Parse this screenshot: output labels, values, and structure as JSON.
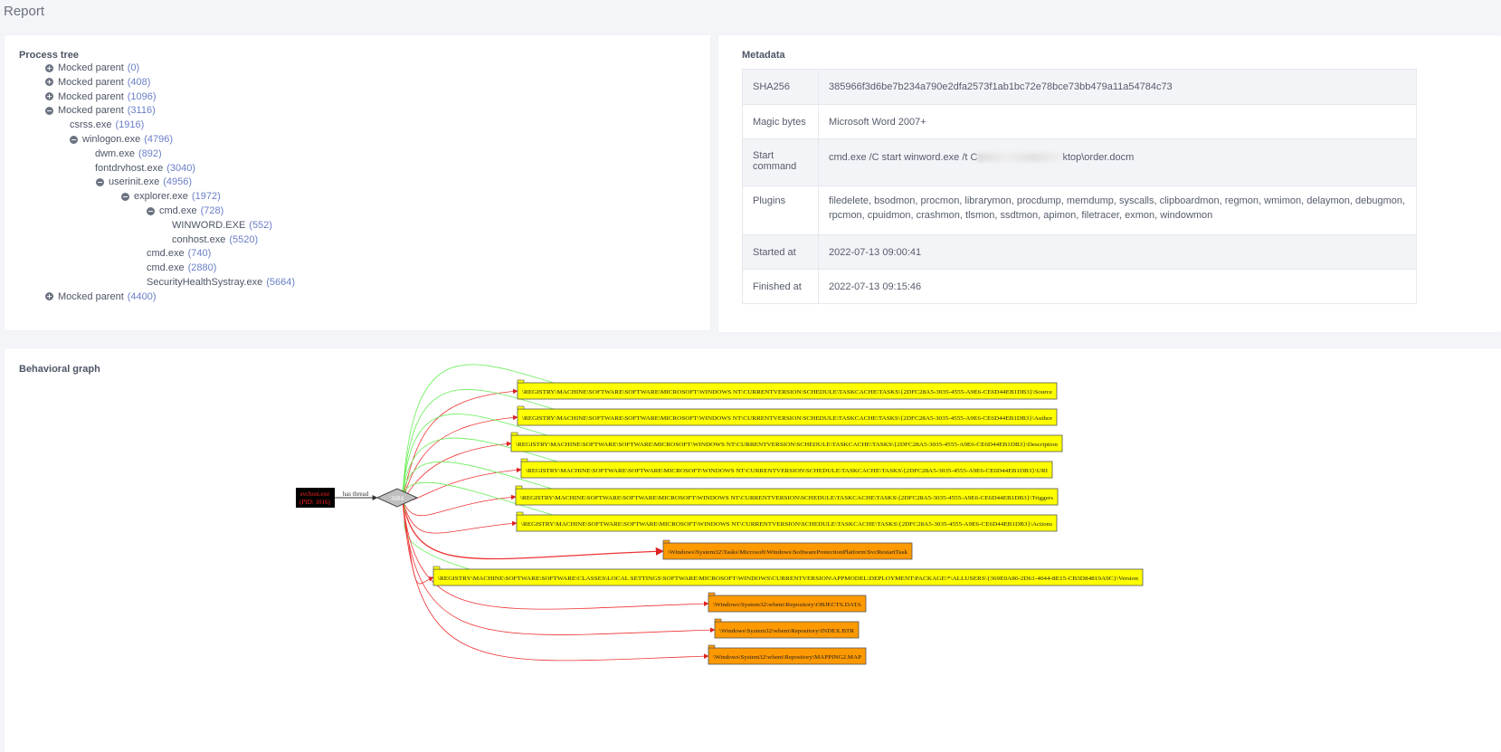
{
  "page": {
    "title": "Report"
  },
  "process_tree": {
    "title": "Process tree",
    "nodes": [
      {
        "name": "Mocked parent",
        "pid": "(0)",
        "toggle": "+"
      },
      {
        "name": "Mocked parent",
        "pid": "(408)",
        "toggle": "+"
      },
      {
        "name": "Mocked parent",
        "pid": "(1096)",
        "toggle": "+"
      },
      {
        "name": "Mocked parent",
        "pid": "(3116)",
        "toggle": "−"
      },
      {
        "name": "csrss.exe",
        "pid": "(1916)",
        "toggle": ""
      },
      {
        "name": "winlogon.exe",
        "pid": "(4796)",
        "toggle": "−"
      },
      {
        "name": "dwm.exe",
        "pid": "(892)",
        "toggle": ""
      },
      {
        "name": "fontdrvhost.exe",
        "pid": "(3040)",
        "toggle": ""
      },
      {
        "name": "userinit.exe",
        "pid": "(4956)",
        "toggle": "−"
      },
      {
        "name": "explorer.exe",
        "pid": "(1972)",
        "toggle": "−"
      },
      {
        "name": "cmd.exe",
        "pid": "(728)",
        "toggle": "−"
      },
      {
        "name": "WINWORD.EXE",
        "pid": "(552)",
        "toggle": ""
      },
      {
        "name": "conhost.exe",
        "pid": "(5520)",
        "toggle": ""
      },
      {
        "name": "cmd.exe",
        "pid": "(740)",
        "toggle": ""
      },
      {
        "name": "cmd.exe",
        "pid": "(2880)",
        "toggle": ""
      },
      {
        "name": "SecurityHealthSystray.exe",
        "pid": "(5664)",
        "toggle": ""
      },
      {
        "name": "Mocked parent",
        "pid": "(4400)",
        "toggle": "+"
      }
    ]
  },
  "metadata": {
    "title": "Metadata",
    "rows": [
      {
        "key": "SHA256",
        "value": "385966f3d6be7b234a790e2dfa2573f1ab1bc72e78bce73bb479a11a54784c73"
      },
      {
        "key": "Magic bytes",
        "value": "Microsoft Word 2007+"
      },
      {
        "key": "Start command",
        "value_prefix": "cmd.exe /C start winword.exe /t C",
        "value_suffix": "ktop\\order.docm"
      },
      {
        "key": "Plugins",
        "value": "filedelete, bsodmon, procmon, librarymon, procdump, memdump, syscalls, clipboardmon, regmon, wmimon, delaymon, debugmon, rpcmon, cpuidmon, crashmon, tlsmon, ssdtmon, apimon, filetracer, exmon, windowmon"
      },
      {
        "key": "Started at",
        "value": "2022-07-13 09:00:41"
      },
      {
        "key": "Finished at",
        "value": "2022-07-13 09:15:46"
      }
    ]
  },
  "graph": {
    "title": "Behavioral graph",
    "process_label_1": "svchost.exe",
    "process_label_2": "(PID: 1016)",
    "edge_label": "has thread",
    "thread_label": "3684",
    "colors": {
      "registry": "#ffff00",
      "file": "#ff9900",
      "process_bg": "#000000",
      "process_text": "#ff0000",
      "green_edge": "#66ee55",
      "red_edge": "#ee3333",
      "thread": "#c0c0c0"
    },
    "nodes": [
      {
        "label": "\\REGISTRY\\MACHINE\\SOFTWARE\\SOFTWARE\\MICROSOFT\\WINDOWS NT\\CURRENTVERSION\\SCHEDULE\\TASKCACHE\\TASKS\\{2DFC28A5-3035-4555-A9E6-CE6D44EB1DB3}\\Source",
        "kind": "registry"
      },
      {
        "label": "\\REGISTRY\\MACHINE\\SOFTWARE\\SOFTWARE\\MICROSOFT\\WINDOWS NT\\CURRENTVERSION\\SCHEDULE\\TASKCACHE\\TASKS\\{2DFC28A5-3035-4555-A9E6-CE6D44EB1DB3}\\Author",
        "kind": "registry"
      },
      {
        "label": "\\REGISTRY\\MACHINE\\SOFTWARE\\SOFTWARE\\MICROSOFT\\WINDOWS NT\\CURRENTVERSION\\SCHEDULE\\TASKCACHE\\TASKS\\{2DFC28A5-3035-4555-A9E6-CE6D44EB1DB3}\\Description",
        "kind": "registry"
      },
      {
        "label": "\\REGISTRY\\MACHINE\\SOFTWARE\\SOFTWARE\\MICROSOFT\\WINDOWS NT\\CURRENTVERSION\\SCHEDULE\\TASKCACHE\\TASKS\\{2DFC28A5-3035-4555-A9E6-CE6D44EB1DB3}\\URI",
        "kind": "registry"
      },
      {
        "label": "\\REGISTRY\\MACHINE\\SOFTWARE\\SOFTWARE\\MICROSOFT\\WINDOWS NT\\CURRENTVERSION\\SCHEDULE\\TASKCACHE\\TASKS\\{2DFC28A5-3035-4555-A9E6-CE6D44EB1DB3}\\Triggers",
        "kind": "registry"
      },
      {
        "label": "\\REGISTRY\\MACHINE\\SOFTWARE\\SOFTWARE\\MICROSOFT\\WINDOWS NT\\CURRENTVERSION\\SCHEDULE\\TASKCACHE\\TASKS\\{2DFC28A5-3035-4555-A9E6-CE6D44EB1DB3}\\Actions",
        "kind": "registry"
      },
      {
        "label": "\\Windows\\System32\\Tasks\\Microsoft\\Windows\\SoftwareProtectionPlatform\\SvcRestartTask",
        "kind": "file"
      },
      {
        "label": "\\REGISTRY\\MACHINE\\SOFTWARE\\SOFTWARE\\CLASSES\\LOCAL SETTINGS\\SOFTWARE\\MICROSOFT\\WINDOWS\\CURRENTVERSION\\APPMODEL\\DEPLOYMENT\\PACKAGE\\*\\ALLUSERS\\{369E0A86-2D61-4044-8E15-CB3D84819A9C}\\Version",
        "kind": "registry"
      },
      {
        "label": "\\Windows\\System32\\wbem\\Repository\\OBJECTS.DATA",
        "kind": "file"
      },
      {
        "label": "\\Windows\\System32\\wbem\\Repository\\INDEX.BTR",
        "kind": "file"
      },
      {
        "label": "\\Windows\\System32\\wbem\\Repository\\MAPPING2.MAP",
        "kind": "file"
      }
    ]
  }
}
